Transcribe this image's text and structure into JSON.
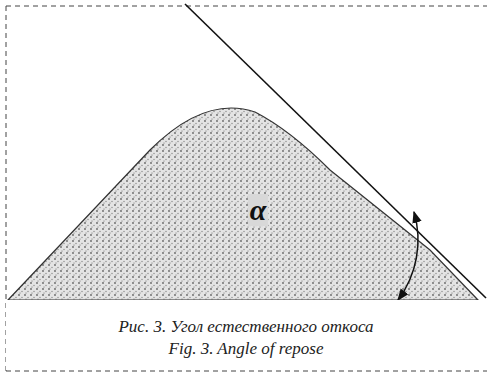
{
  "diagram": {
    "caption": "Рис. 3. Угол естественного откоса",
    "labels": [
      "Fig. 3. Angle of repose",
      "α"
    ]
  }
}
